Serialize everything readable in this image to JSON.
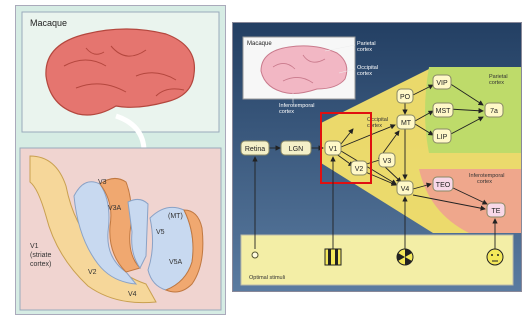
{
  "left_panel": {
    "title": "Macaque",
    "areas": {
      "v1": "V1",
      "v1_note1": "(striate",
      "v1_note2": "cortex)",
      "v2": "V2",
      "v3": "V3",
      "v3a": "V3A",
      "v4": "V4",
      "v5": "V5",
      "mt": "(MT)",
      "v5a": "V5A"
    }
  },
  "right_panel": {
    "inset_title": "Macaque",
    "inset_labels": {
      "parietal1": "Parietal",
      "parietal2": "cortex",
      "occipital1": "Occipital",
      "occipital2": "cortex",
      "inferotemporal1": "Inferotemporal",
      "inferotemporal2": "cortex"
    },
    "region_labels": {
      "occipital1": "Occipital",
      "occipital2": "cortex",
      "parietal1": "Parietal",
      "parietal2": "cortex",
      "inferotemporal1": "Inferotemporal",
      "inferotemporal2": "cortex"
    },
    "nodes": {
      "retina": "Retina",
      "lgn": "LGN",
      "v1": "V1",
      "v2": "V2",
      "v3": "V3",
      "v4": "V4",
      "po": "PO",
      "mt": "MT",
      "vip": "VIP",
      "mst": "MST",
      "lip": "LIP",
      "a7": "7a",
      "teo": "TEO",
      "te": "TE"
    },
    "stimuli_label": "Optimal stimuli",
    "colors": {
      "background_dark": "#2b4a6f",
      "occipital_fill": "#f4e06a",
      "parietal_fill": "#bedb6a",
      "inferotemporal_fill": "#efa78c",
      "highlight_box": "#e01010"
    }
  }
}
